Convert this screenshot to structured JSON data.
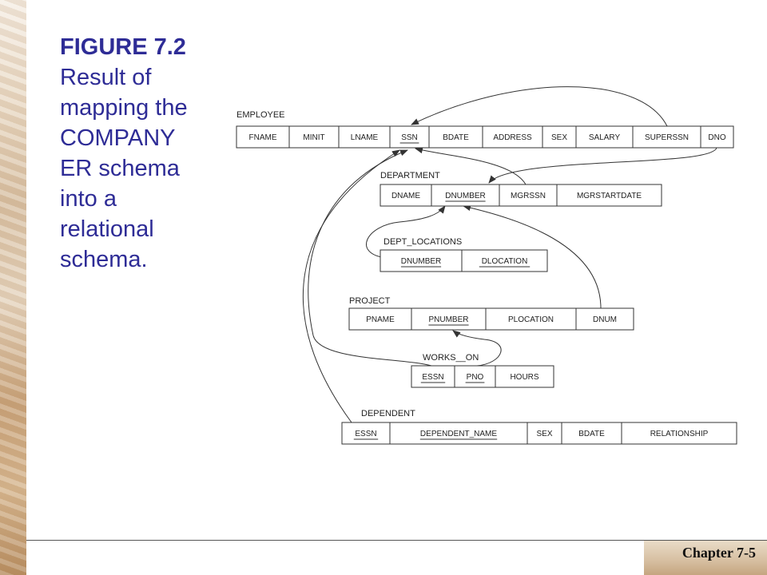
{
  "caption": {
    "figure": "FIGURE 7.2",
    "text": "Result of mapping the COMPANY ER schema into a relational schema."
  },
  "diagram": {
    "relations": [
      {
        "name": "EMPLOYEE",
        "attributes": [
          "FNAME",
          "MINIT",
          "LNAME",
          "SSN",
          "BDATE",
          "ADDRESS",
          "SEX",
          "SALARY",
          "SUPERSSN",
          "DNO"
        ],
        "key": [
          "SSN"
        ]
      },
      {
        "name": "DEPARTMENT",
        "attributes": [
          "DNAME",
          "DNUMBER",
          "MGRSSN",
          "MGRSTARTDATE"
        ],
        "key": [
          "DNUMBER"
        ]
      },
      {
        "name": "DEPT_LOCATIONS",
        "attributes": [
          "DNUMBER",
          "DLOCATION"
        ],
        "key": [
          "DNUMBER",
          "DLOCATION"
        ]
      },
      {
        "name": "PROJECT",
        "attributes": [
          "PNAME",
          "PNUMBER",
          "PLOCATION",
          "DNUM"
        ],
        "key": [
          "PNUMBER"
        ]
      },
      {
        "name": "WORKS__ON",
        "attributes": [
          "ESSN",
          "PNO",
          "HOURS"
        ],
        "key": [
          "ESSN",
          "PNO"
        ]
      },
      {
        "name": "DEPENDENT",
        "attributes": [
          "ESSN",
          "DEPENDENT_NAME",
          "SEX",
          "BDATE",
          "RELATIONSHIP"
        ],
        "key": [
          "ESSN",
          "DEPENDENT_NAME"
        ]
      }
    ],
    "foreign_keys": [
      {
        "from": "EMPLOYEE.SUPERSSN",
        "to": "EMPLOYEE.SSN"
      },
      {
        "from": "EMPLOYEE.DNO",
        "to": "DEPARTMENT.DNUMBER"
      },
      {
        "from": "DEPARTMENT.MGRSSN",
        "to": "EMPLOYEE.SSN"
      },
      {
        "from": "DEPT_LOCATIONS.DNUMBER",
        "to": "DEPARTMENT.DNUMBER"
      },
      {
        "from": "PROJECT.DNUM",
        "to": "DEPARTMENT.DNUMBER"
      },
      {
        "from": "WORKS__ON.ESSN",
        "to": "EMPLOYEE.SSN"
      },
      {
        "from": "WORKS__ON.PNO",
        "to": "PROJECT.PNUMBER"
      },
      {
        "from": "DEPENDENT.ESSN",
        "to": "EMPLOYEE.SSN"
      }
    ]
  },
  "footer": {
    "chapter": "Chapter 7-5"
  },
  "colors": {
    "caption": "#2e2c96"
  }
}
